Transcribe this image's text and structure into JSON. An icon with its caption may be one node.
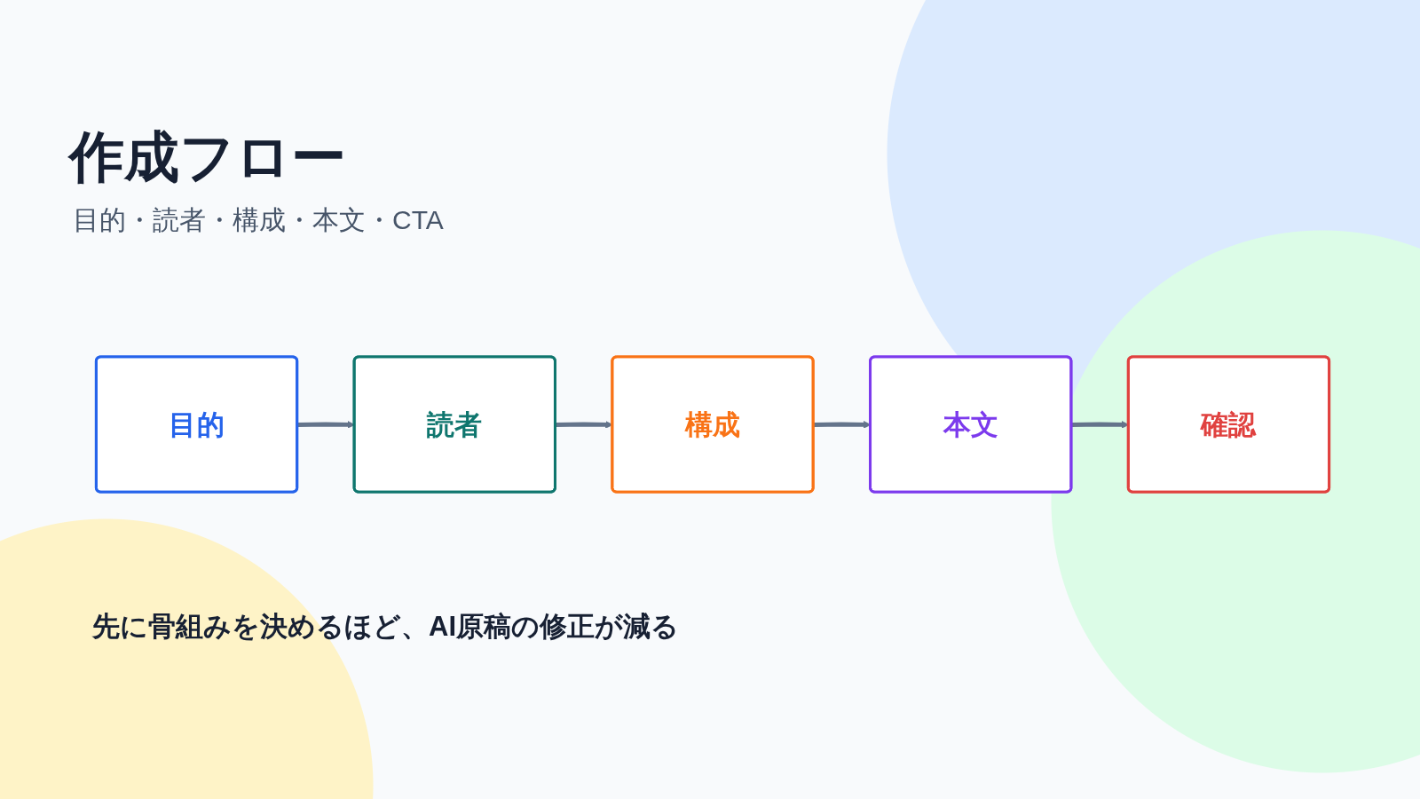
{
  "diagram": {
    "title": "作成フロー",
    "nodes": [
      {
        "text": [
          "目的"
        ]
      },
      {
        "text": [
          "読者"
        ]
      },
      {
        "text": [
          "構成"
        ]
      },
      {
        "text": [
          "本文"
        ]
      },
      {
        "text": [
          "確認"
        ]
      }
    ],
    "edges": [
      {
        "from": 0,
        "to": 1,
        "arrow": "to"
      },
      {
        "from": 1,
        "to": 2,
        "arrow": "to"
      },
      {
        "from": 2,
        "to": 3,
        "arrow": "to"
      },
      {
        "from": 3,
        "to": 4,
        "arrow": "to"
      }
    ],
    "labels": [
      "目的・読者・構成・本文・CTA",
      "先に骨組みを決めるほど、AI原稿の修正が減る"
    ]
  }
}
